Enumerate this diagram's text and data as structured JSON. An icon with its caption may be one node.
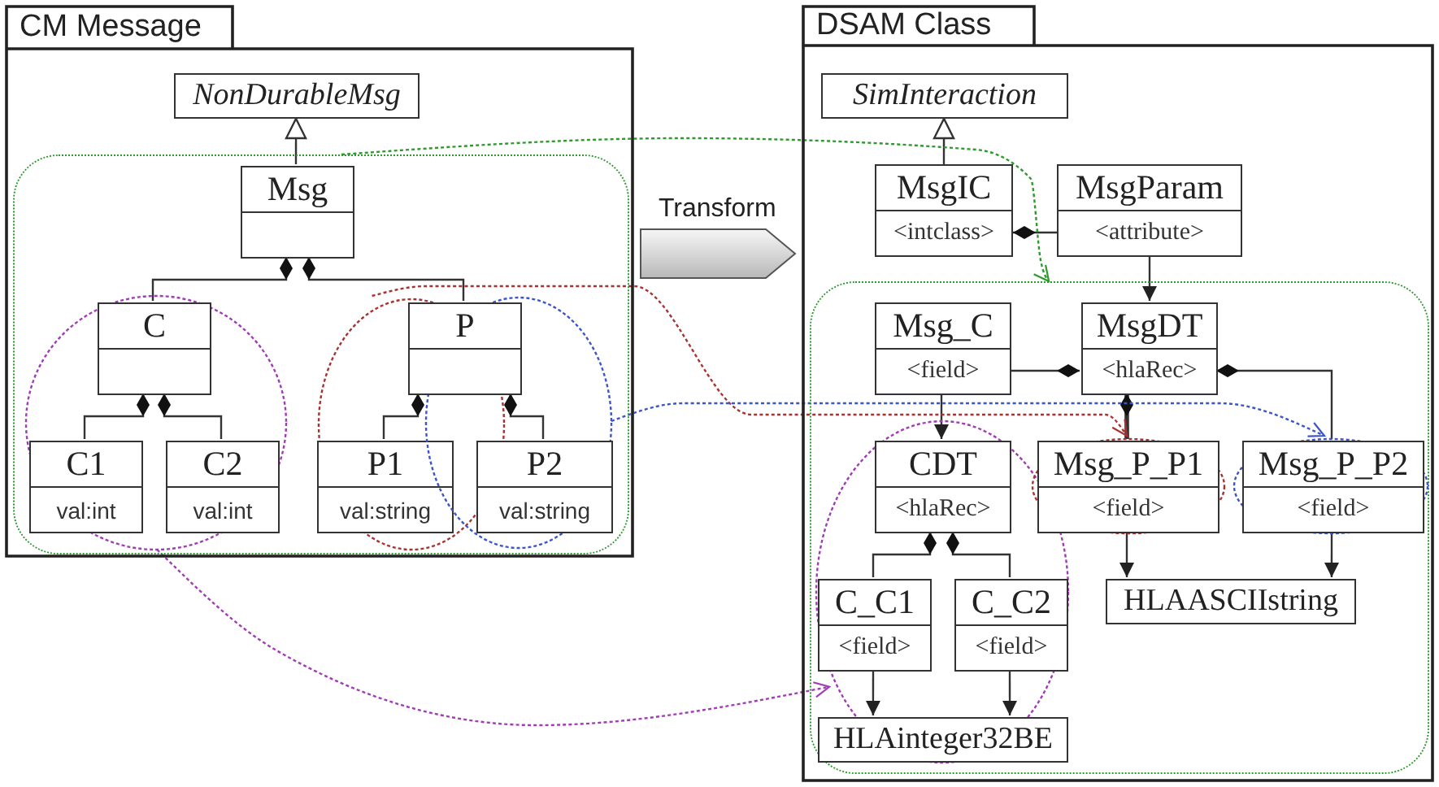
{
  "diagram": {
    "nodes": [
      {
        "text": [
          "CM Message"
        ]
      },
      {
        "text": [
          "NonDurableMsg"
        ],
        "in": 0
      },
      {
        "text": [],
        "shape": "box",
        "in": 0
      },
      {
        "text": [
          "Msg"
        ],
        "in": 2
      },
      {
        "text": [],
        "shape": "ellipse",
        "in": 2
      },
      {
        "text": [
          "C"
        ],
        "in": 4
      },
      {
        "text": [
          "C1",
          "val:int"
        ],
        "in": 4
      },
      {
        "text": [
          "C2",
          "val:int"
        ],
        "in": 4
      },
      {
        "text": [],
        "shape": "ellipse",
        "in": 2
      },
      {
        "text": [],
        "shape": "ellipse",
        "in": 2
      },
      {
        "text": [
          "P"
        ],
        "in": 2
      },
      {
        "text": [
          "P1",
          "val:string"
        ],
        "in": 8
      },
      {
        "text": [
          "P2",
          "val:string"
        ],
        "in": 9
      },
      {
        "text": [
          "DSAM Class"
        ]
      },
      {
        "text": [
          "SimInteraction"
        ],
        "in": 13
      },
      {
        "text": [
          "MsgIC",
          "<intclass>"
        ],
        "in": 13
      },
      {
        "text": [
          "MsgParam",
          "<attribute>"
        ],
        "in": 13
      },
      {
        "text": [],
        "shape": "box",
        "in": 13
      },
      {
        "text": [
          "Msg_C",
          "<field>"
        ],
        "in": 17
      },
      {
        "text": [
          "MsgDT",
          "<hlaRec>"
        ],
        "in": 17
      },
      {
        "text": [],
        "shape": "ellipse",
        "in": 17
      },
      {
        "text": [
          "CDT",
          "<hlaRec>"
        ],
        "in": 20
      },
      {
        "text": [],
        "shape": "ellipse",
        "in": 17
      },
      {
        "text": [
          "Msg_P_P1",
          "<field>"
        ],
        "in": 22
      },
      {
        "text": [],
        "shape": "ellipse",
        "in": 17
      },
      {
        "text": [
          "Msg_P_P2",
          "<field>"
        ],
        "in": 24
      },
      {
        "text": [
          "C_C1",
          "<field>"
        ],
        "in": 20
      },
      {
        "text": [
          "C_C2",
          "<field>"
        ],
        "in": 20
      },
      {
        "text": [
          "HLAASCIIstring"
        ],
        "in": 17
      },
      {
        "text": [
          "HLAinteger32BE"
        ],
        "in": 20
      }
    ],
    "edges": [
      {
        "from": 3,
        "to": 1,
        "arrow": "to"
      },
      {
        "from": 3,
        "to": 5,
        "arrow": "other"
      },
      {
        "from": 3,
        "to": 10,
        "arrow": "other"
      },
      {
        "from": 5,
        "to": 6,
        "arrow": "other"
      },
      {
        "from": 5,
        "to": 7,
        "arrow": "other"
      },
      {
        "from": 10,
        "to": 11,
        "arrow": "other"
      },
      {
        "from": 10,
        "to": 12,
        "arrow": "other"
      },
      {
        "from": 0,
        "to": 13,
        "arrow": "to",
        "label": "Transform"
      },
      {
        "from": 15,
        "to": 14,
        "arrow": "to"
      },
      {
        "from": 15,
        "to": 16,
        "arrow": "other"
      },
      {
        "from": 16,
        "to": 19,
        "arrow": "to"
      },
      {
        "from": 19,
        "to": 18,
        "arrow": "other"
      },
      {
        "from": 19,
        "to": 23,
        "arrow": "other",
        "style": "thick"
      },
      {
        "from": 19,
        "to": 25,
        "arrow": "other"
      },
      {
        "from": 18,
        "to": 21,
        "arrow": "to"
      },
      {
        "from": 21,
        "to": 26,
        "arrow": "other"
      },
      {
        "from": 21,
        "to": 27,
        "arrow": "other"
      },
      {
        "from": 23,
        "to": 28,
        "arrow": "to"
      },
      {
        "from": 25,
        "to": 28,
        "arrow": "to"
      },
      {
        "from": 26,
        "to": 29,
        "arrow": "to"
      },
      {
        "from": 27,
        "to": 29,
        "arrow": "to"
      },
      {
        "from": 2,
        "to": 17,
        "arrow": "to",
        "style": "dashed",
        "color": "#2e9a2e"
      },
      {
        "from": 8,
        "to": 22,
        "arrow": "to",
        "style": "dashed",
        "color": "#a83232"
      },
      {
        "from": 9,
        "to": 24,
        "arrow": "to",
        "style": "dashed",
        "color": "#3c55c8"
      },
      {
        "from": 4,
        "to": 20,
        "arrow": "to",
        "style": "dashed",
        "color": "#a03cb4"
      }
    ]
  }
}
